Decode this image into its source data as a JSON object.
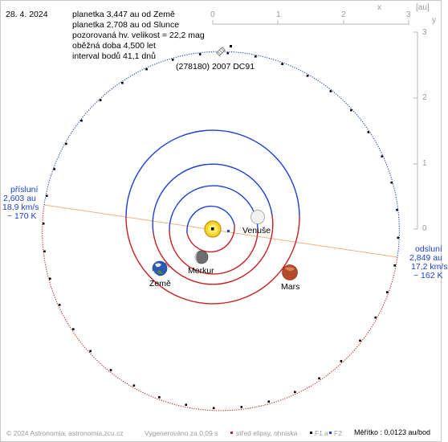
{
  "header": {
    "date": "28. 4. 2024",
    "info_lines": [
      "planetka 3,447 au od Země",
      "planetka 2,708 au od Slunce",
      "pozorovaná hv. velikost = 22,2 mag",
      "oběžná doba 4,500 let",
      "interval bodů 41,1 dnů"
    ],
    "object_name": "(278180) 2007 DC91"
  },
  "perihelion": {
    "title": "přísluní",
    "distance": "2,603 au",
    "speed": "18,9 km/s",
    "temperature": "~ 170 K"
  },
  "aphelion": {
    "title": "odsluní",
    "distance": "2,849 au",
    "speed": "17,2 km/s",
    "temperature": "~ 162 K"
  },
  "planets": {
    "venus": "Venuše",
    "mercury": "Merkur",
    "earth": "Země",
    "mars": "Mars"
  },
  "scale": {
    "top_ticks": [
      "0",
      "1",
      "2",
      "3"
    ],
    "top_x_label": "x",
    "unit": "[au]",
    "right_ticks": [
      "3",
      "2",
      "1",
      "0"
    ],
    "right_y_label": "y"
  },
  "footer": {
    "copyright": "© 2024 Astronomia, astronomia.zcu.cz",
    "generated": "Vygenerováno za 0,09 s",
    "center_legend": "střed elipsy, ohniska",
    "f1": "F1",
    "a_label": "a",
    "f2": "F2",
    "scale_text": "Měřítko : 0,0123 au/bod"
  },
  "colors": {
    "orbit_blue": "#1a3fd6",
    "orbit_red": "#c81e1e",
    "line": "#f3b07a"
  }
}
